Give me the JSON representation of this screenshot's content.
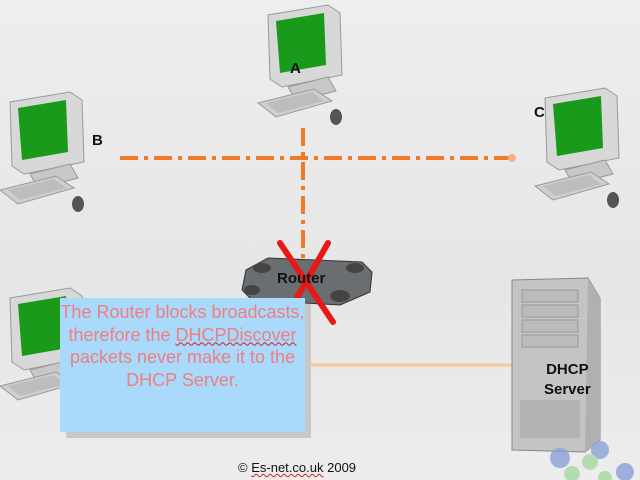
{
  "nodes": {
    "a": "A",
    "b": "B",
    "c": "C",
    "router": "Router",
    "server_line1": "DHCP",
    "server_line2": "Server"
  },
  "callout": {
    "pre": "The Router blocks broadcasts, therefore the ",
    "highlight": "DHCPDiscover",
    "post": " packets never make it to the DHCP Server."
  },
  "footer": {
    "copyright_symbol": "©",
    "site": "Es-net.co.uk",
    "year": "2009"
  },
  "colors": {
    "broadcast_line": "#f07a28",
    "blocked_x": "#e81818",
    "callout_bg": "#a9d9fb",
    "callout_text": "#f07f7f",
    "link_line": "#f8c89c"
  }
}
